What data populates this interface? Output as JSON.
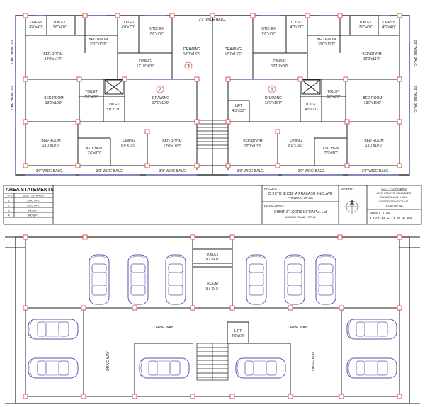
{
  "top_plan": {
    "balconies": {
      "top_center": "2'0\" WIDE BALC.",
      "left_upper": "3'0\" WIDE BALC.",
      "left_lower": "3'0\" WIDE BALC.",
      "right_upper": "3'0\" WIDE BALC.",
      "right_lower": "3'0\" WIDE BALC.",
      "bottom_1": "3'0\" WIDE BALC.",
      "bottom_2": "3'0\" WIDE BALC.",
      "bottom_3": "3'0\" WIDE BALC.",
      "bottom_4": "3'0\" WIDE BALC.",
      "bottom_5": "3'0\" WIDE BALC.",
      "bottom_6": "3'0\" WIDE BALC."
    },
    "flat_numbers": [
      "1",
      "2",
      "3"
    ],
    "rooms": {
      "dress_l": [
        "DRESS",
        "4'6\"x4'0\""
      ],
      "toilet_tl": [
        "TOILET",
        "7'6\"x4'0\""
      ],
      "bed_tl": [
        "BED ROOM",
        "10'0\"x12'0\""
      ],
      "toilet_tl2": [
        "TOILET",
        "4'0\"x7'0\""
      ],
      "kitchen_tl": [
        "KITCHEN",
        "7'6\"x7'0\""
      ],
      "drawing_tl": [
        "DRAWING",
        "10'0\"x13'6\""
      ],
      "bed_left_top": [
        "BED ROOM",
        "12'0\"x11'0\""
      ],
      "dining_tl": [
        "DINING",
        "12'10\"x8'0\""
      ],
      "drawing_tr": [
        "DRAWING",
        "10'0\"x13'6\""
      ],
      "kitchen_tr": [
        "KITCHEN",
        "7'6\"x7'0\""
      ],
      "toilet_tr2": [
        "TOILET",
        "4'0\"x7'0\""
      ],
      "bed_tr": [
        "BED ROOM",
        "10'0\"x12'0\""
      ],
      "toilet_tr": [
        "TOILET",
        "7'6\"x4'0\""
      ],
      "dress_r": [
        "DRESS",
        "4'6\"x4'0\""
      ],
      "dining_tr": [
        "DINING",
        "12'10\"x8'0\""
      ],
      "bed_right_top": [
        "BED ROOM",
        "12'0\"x11'0\""
      ],
      "bed_ml": [
        "BED ROOM",
        "13'0\"x10'0\""
      ],
      "toilet_ml": [
        "TOILET",
        "5'0\"x8'0\""
      ],
      "toilet_ml2": [
        "TOILET",
        "5'0\"x7'0\""
      ],
      "drawing_2": [
        "DRAWING",
        "17'6\"x10'0\""
      ],
      "lift": [
        "LIFT",
        "4'3\"x5'3\""
      ],
      "drawing_1": [
        "DRAWING",
        "13'0\"x10'0\""
      ],
      "toilet_mr2": [
        "TOILET",
        "4'5\"x7'0\""
      ],
      "toilet_mr": [
        "TOILET",
        "5'5\"x8'0\""
      ],
      "bed_mr": [
        "BED ROOM",
        "13'0\"x10'0\""
      ],
      "bed_bl": [
        "BED ROOM",
        "13'0\"x10'0\""
      ],
      "kitchen_bl": [
        "KITCHEN",
        "7'6\"x8'0\""
      ],
      "dining_bl": [
        "DINING",
        "8'0\"x10'0\""
      ],
      "bed_bl2": [
        "BED ROOM",
        "12'0\"x10'0\""
      ],
      "bed_br2": [
        "BED ROOM",
        "12'0\"x10'0\""
      ],
      "dining_br": [
        "DINING",
        "8'0\"x10'0\""
      ],
      "kitchen_br": [
        "KITCHEN",
        "7'6\"x8'0\""
      ],
      "bed_br": [
        "BED ROOM",
        "13'0\"x10'0\""
      ]
    }
  },
  "title_block": {
    "area_statements": {
      "heading": "AREA STATEMENTS",
      "col_type": "TYPE",
      "col_area": "BUILT UP AREA",
      "rows": [
        {
          "type": "1",
          "area": "1040 SFT."
        },
        {
          "type": "2",
          "area": "1076 SFT."
        },
        {
          "type": "3",
          "area": "800 SFT."
        },
        {
          "type": "4",
          "area": "800 SFT."
        }
      ]
    },
    "project_label": "PROJECT:-",
    "project_name": "CHHITIJ SHOBHA PRAKASH ENCLAVE",
    "project_place": "PHULWARI, PATNA",
    "developer_label": "DEVELOPER:-",
    "developer_name": "CHHITIJFLOORS INFRA Pvt. Ltd",
    "developer_place": "BORING ROAD, PATNA",
    "north_label": "NORTH:-",
    "planner_title": "CITY PLANNERS",
    "planner_line1": "ARCHITECTS, ENGINEER",
    "planner_line2": "PUSHPANJALI HALL",
    "planner_line3": "WEST BORING CANAL",
    "planner_line4": "ROAD,PATNA",
    "sheet_label": "SHEET TITLE",
    "sheet_title": "TYPICAL FLOOR PLAN"
  },
  "parking_plan": {
    "toilet": [
      "TOILET",
      "9'7\"x4'0\""
    ],
    "room": [
      "ROOM",
      "9'7\"x9'5\""
    ],
    "lift": [
      "LIFT",
      "4'3\"x5'3\""
    ],
    "drive_left": "DRIVE WAY",
    "drive_right": "DRIVE WAY",
    "drive_v_left": "DRIVE WAY",
    "drive_v_right": "DRIVE WAY"
  },
  "colors": {
    "wall": "#222222",
    "column": "#e05a5a",
    "window": "#6a6ad8",
    "car": "#5555aa"
  }
}
